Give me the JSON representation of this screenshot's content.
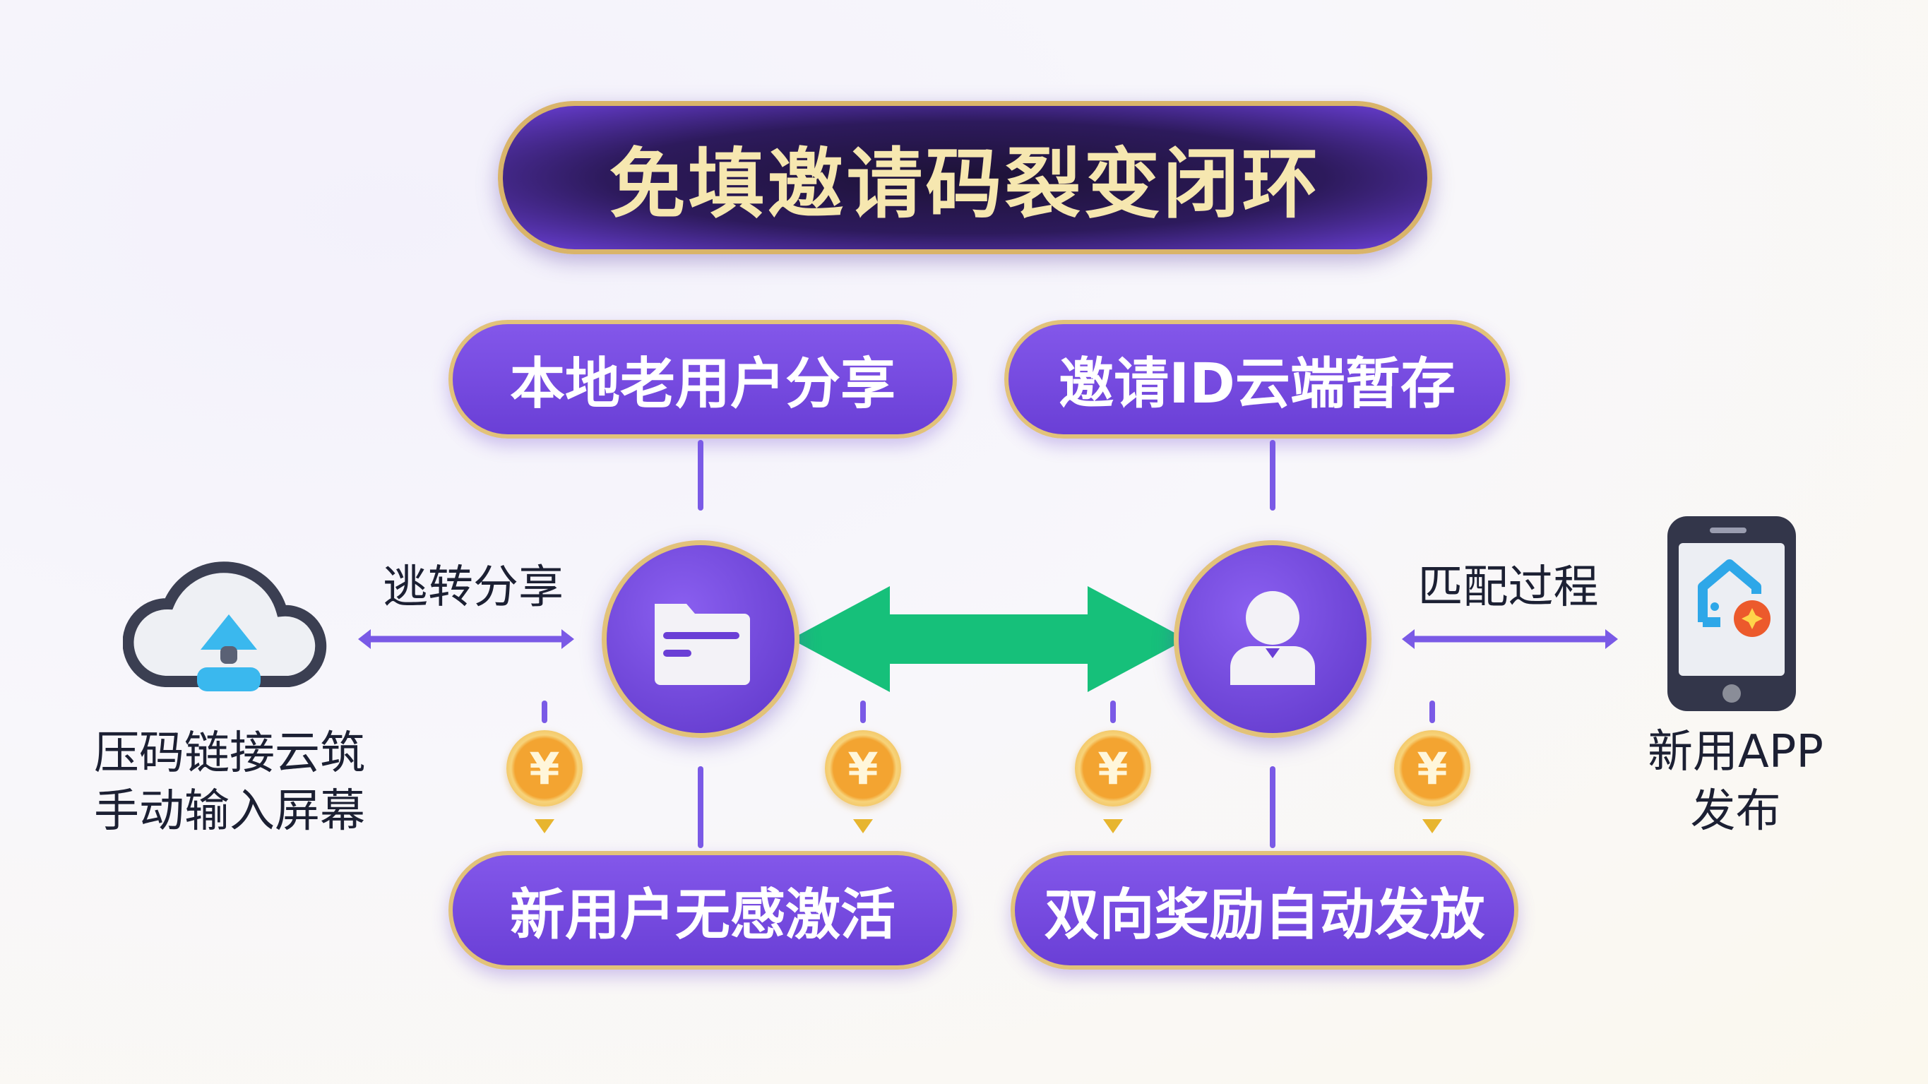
{
  "title": "免填邀请码裂变闭环",
  "top_left": "本地老用户分享",
  "top_right": "邀请ID云端暂存",
  "bottom_left": "新用户无感激活",
  "bottom_right": "双向奖励自动发放",
  "left_link_label": "逃转分享",
  "right_link_label": "匹配过程",
  "left_caption": [
    "压码链接云筑",
    "手动输入屏幕"
  ],
  "right_caption": [
    "新用APP",
    "发布"
  ],
  "coin_symbol": "¥",
  "colors": {
    "purple": "#6a3fd6",
    "gold": "#e2c27a",
    "green": "#16c07a"
  }
}
